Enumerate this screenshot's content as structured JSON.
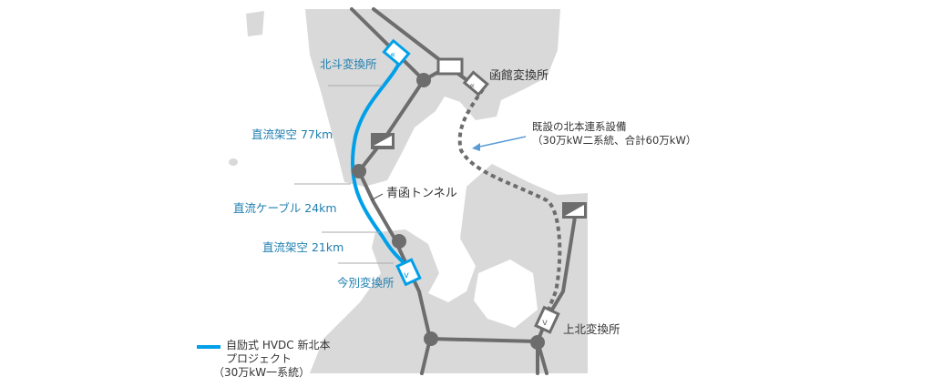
{
  "labels": {
    "hokuto": "北斗変換所",
    "hakodate": "函館変換所",
    "imabetsu": "今別変換所",
    "kamikita": "上北変換所",
    "dc_overhead_77": "直流架空 77km",
    "dc_cable_24": "直流ケーブル 24km",
    "dc_overhead_21": "直流架空 21km",
    "seikan_tunnel": "青函トンネル",
    "existing_line_1": "既設の北本連系設備",
    "existing_line_2": "（30万kW二系統、合計60万kW）"
  },
  "legend": {
    "line1": "自励式 HVDC 新北本",
    "line2": "プロジェクト",
    "line3": "（30万kW一系統）"
  },
  "colors": {
    "land": "#d9d9d9",
    "line": "#6d6d6d",
    "hvdc": "#00a0e9",
    "label": "#1f7fb0"
  }
}
